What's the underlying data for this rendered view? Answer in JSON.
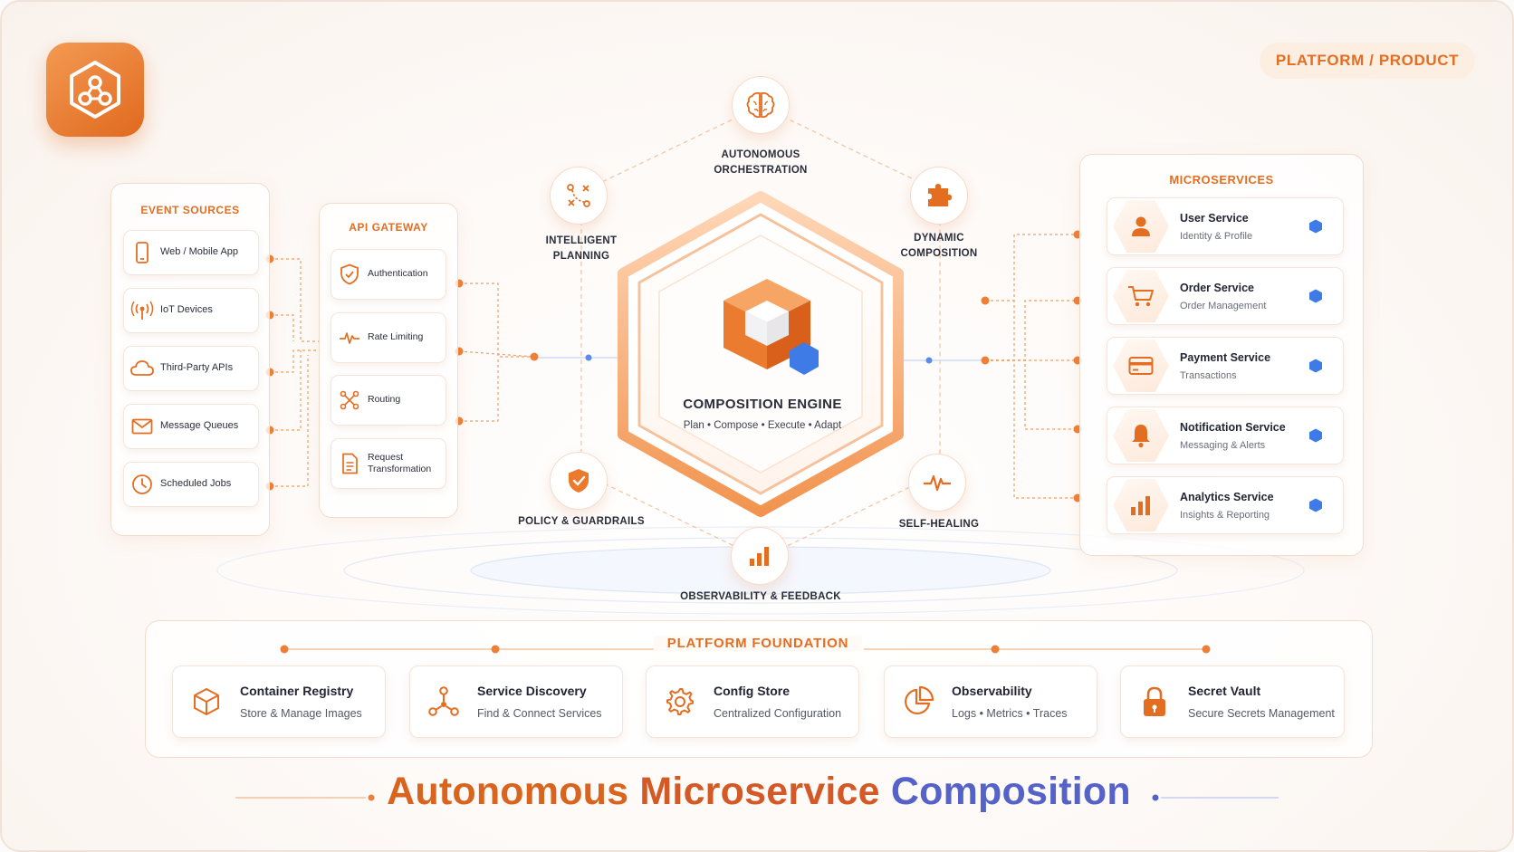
{
  "badge": "PLATFORM / PRODUCT",
  "event_sources": {
    "title": "EVENT SOURCES",
    "items": [
      {
        "label": "Web / Mobile App",
        "icon": "smartphone-icon"
      },
      {
        "label": "IoT Devices",
        "icon": "antenna-icon"
      },
      {
        "label": "Third-Party APIs",
        "icon": "cloud-icon"
      },
      {
        "label": "Message Queues",
        "icon": "envelope-icon"
      },
      {
        "label": "Scheduled Jobs",
        "icon": "clock-icon"
      }
    ]
  },
  "api_gateway": {
    "title": "API GATEWAY",
    "items": [
      {
        "label": "Authentication",
        "icon": "shield-check-icon"
      },
      {
        "label": "Rate Limiting",
        "icon": "pulse-icon"
      },
      {
        "label": "Routing",
        "icon": "routing-icon"
      },
      {
        "label": "Request\nTransformation",
        "icon": "document-icon"
      }
    ]
  },
  "capabilities": {
    "orchestration": "AUTONOMOUS\nORCHESTRATION",
    "planning": "INTELLIGENT\nPLANNING",
    "composition": "DYNAMIC\nCOMPOSITION",
    "policy": "POLICY & GUARDRAILS",
    "healing": "SELF-HEALING",
    "observability": "OBSERVABILITY & FEEDBACK"
  },
  "engine": {
    "title": "COMPOSITION ENGINE",
    "subtitle": "Plan • Compose • Execute • Adapt"
  },
  "microservices": {
    "title": "MICROSERVICES",
    "items": [
      {
        "name": "User Service",
        "sub": "Identity & Profile",
        "icon": "user-icon"
      },
      {
        "name": "Order Service",
        "sub": "Order Management",
        "icon": "cart-icon"
      },
      {
        "name": "Payment Service",
        "sub": "Transactions",
        "icon": "credit-card-icon"
      },
      {
        "name": "Notification Service",
        "sub": "Messaging & Alerts",
        "icon": "bell-icon"
      },
      {
        "name": "Analytics Service",
        "sub": "Insights & Reporting",
        "icon": "bar-chart-icon"
      }
    ]
  },
  "foundation": {
    "title": "PLATFORM FOUNDATION",
    "items": [
      {
        "name": "Container Registry",
        "sub": "Store & Manage Images",
        "icon": "box-icon"
      },
      {
        "name": "Service Discovery",
        "sub": "Find & Connect Services",
        "icon": "network-icon"
      },
      {
        "name": "Config Store",
        "sub": "Centralized Configuration",
        "icon": "gear-icon"
      },
      {
        "name": "Observability",
        "sub": "Logs • Metrics • Traces",
        "icon": "pie-chart-icon"
      },
      {
        "name": "Secret Vault",
        "sub": "Secure Secrets Management",
        "icon": "lock-icon"
      }
    ]
  },
  "title": {
    "part1": "Autonomous",
    "part2": "Microservice",
    "part3": "Composition"
  },
  "colors": {
    "accent": "#e36e22",
    "accent_light": "#f49a52",
    "blue": "#3f7be6",
    "purple": "#5563c9"
  }
}
